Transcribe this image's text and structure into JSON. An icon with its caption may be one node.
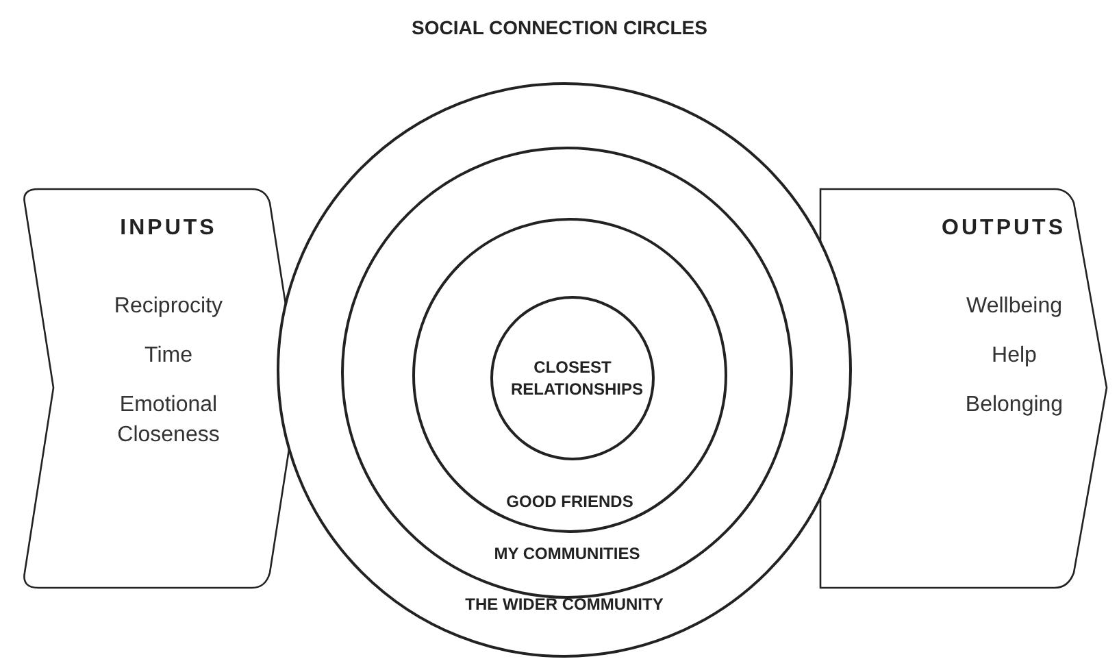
{
  "diagram": {
    "title": "SOCIAL CONNECTION CIRCLES",
    "nodes": [
      {
        "text": [
          "INPUTS",
          "Reciprocity",
          "Time",
          "Emotional Closeness"
        ]
      },
      {
        "text": [
          "OUTPUTS",
          "Wellbeing",
          "Help",
          "Belonging"
        ]
      },
      {
        "text": [
          "THE WIDER COMMUNITY"
        ]
      },
      {
        "text": [
          "MY COMMUNITIES"
        ],
        "in": 2
      },
      {
        "text": [
          "GOOD FRIENDS"
        ],
        "in": 3
      },
      {
        "text": [
          "CLOSEST RELATIONSHIPS"
        ],
        "in": 4
      }
    ]
  }
}
